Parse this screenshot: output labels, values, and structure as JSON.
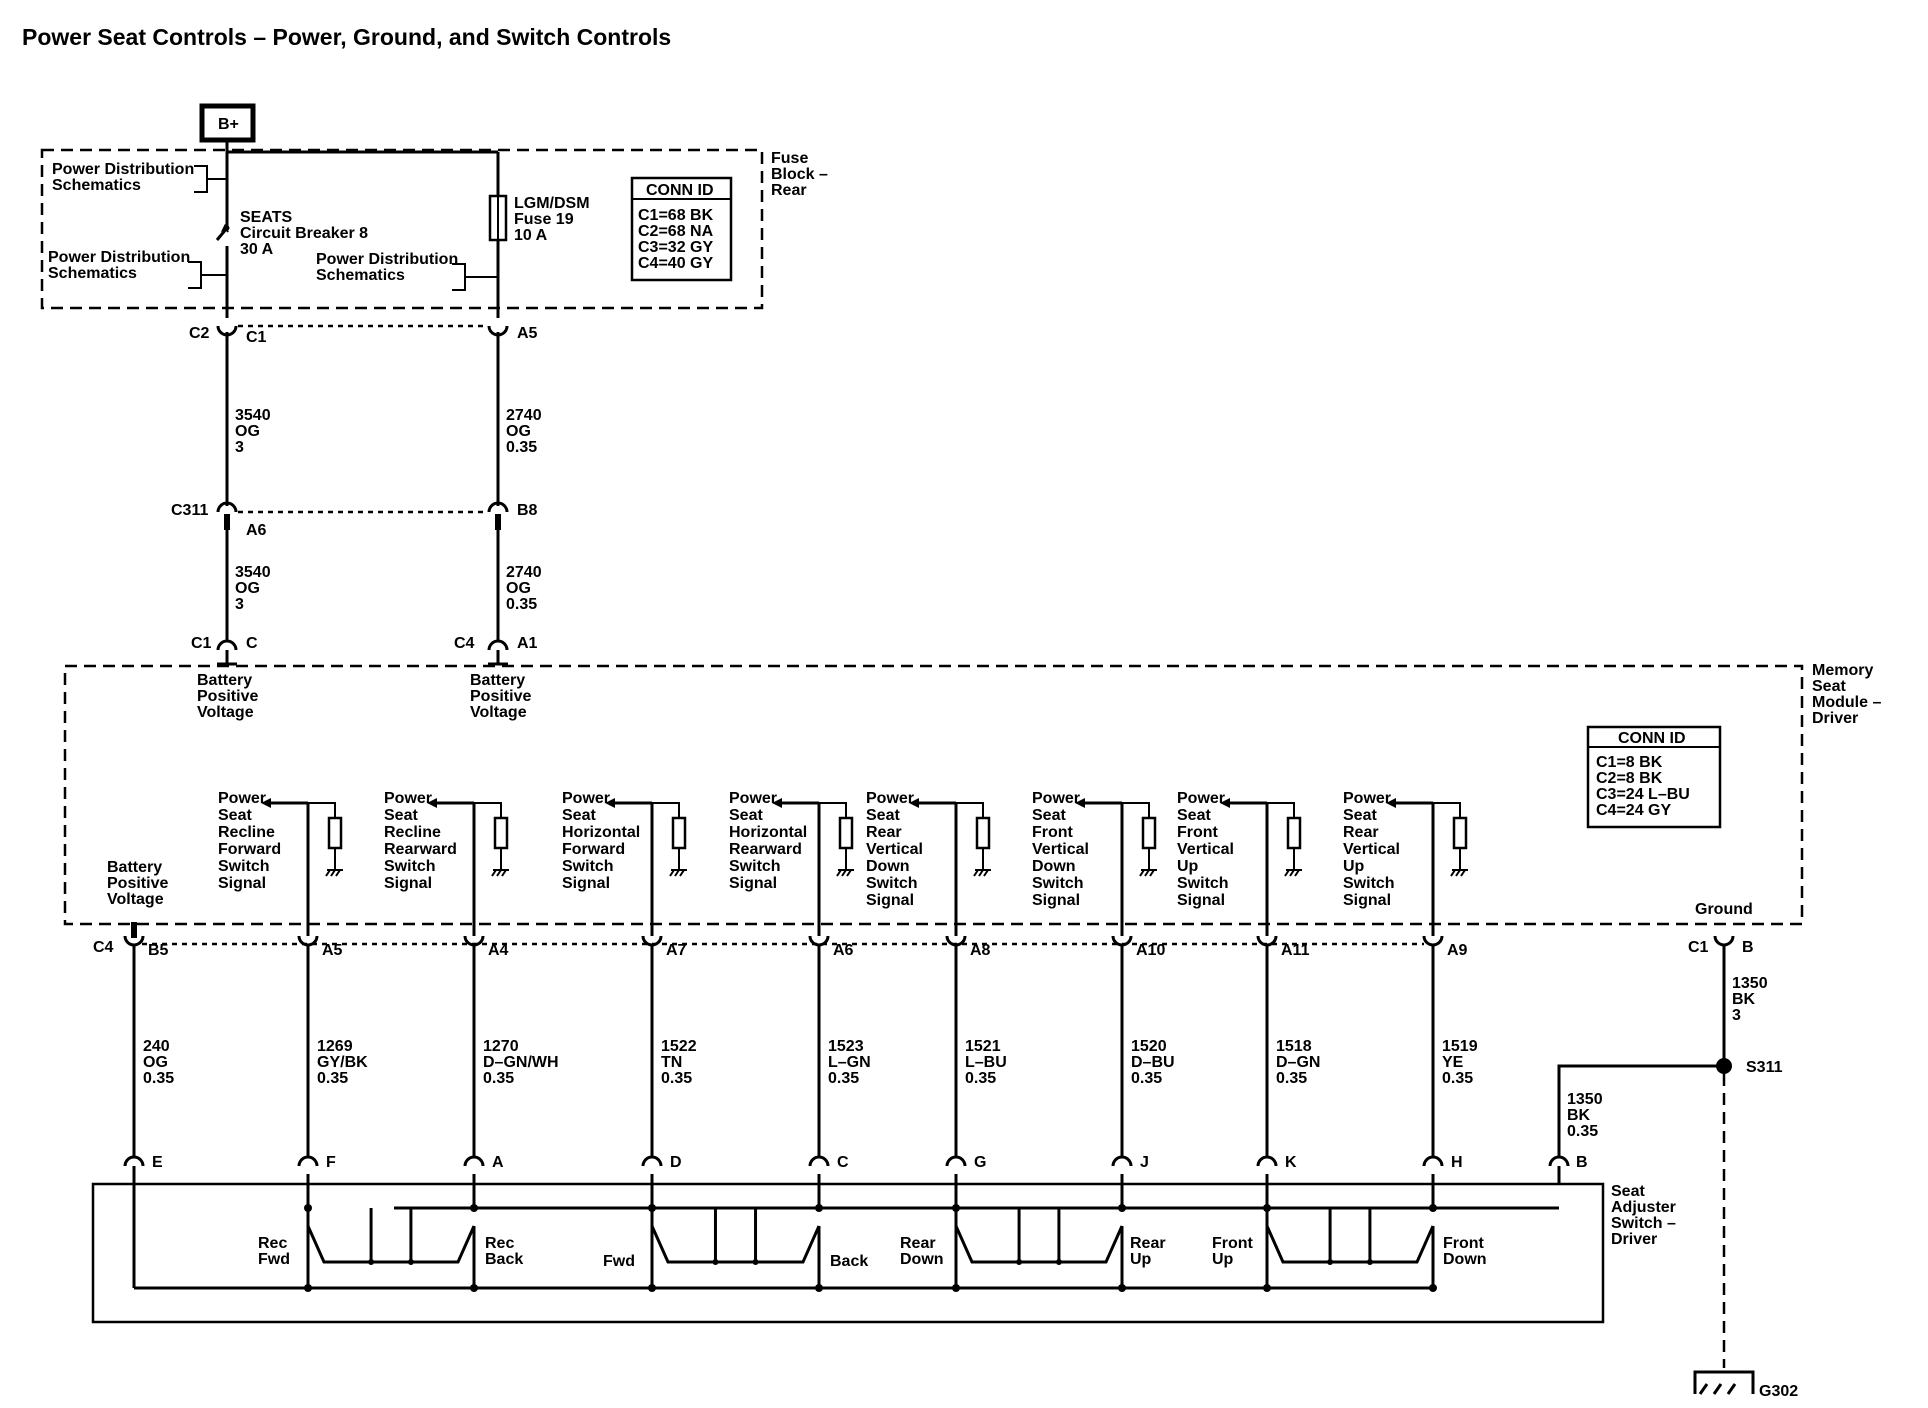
{
  "title": "Power Seat Controls – Power, Ground, and Switch Controls",
  "power_source": "B+",
  "fuse_block": {
    "label": [
      "Fuse",
      "Block –",
      "Rear"
    ],
    "pd_schematics": [
      "Power Distribution",
      "Schematics"
    ],
    "breaker": [
      "SEATS",
      "Circuit Breaker 8",
      "30 A"
    ],
    "fuse": [
      "LGM/DSM",
      "Fuse 19",
      "10 A"
    ],
    "conn_id": {
      "header": "CONN ID",
      "items": [
        "C1=68 BK",
        "C2=68 NA",
        "C3=32 GY",
        "C4=40 GY"
      ]
    }
  },
  "fuse_pins": {
    "left_conn": "C2",
    "left_pin": "C1",
    "right_pin": "A5"
  },
  "wires_top": [
    {
      "circuit": "3540",
      "color": "OG",
      "gauge": "3"
    },
    {
      "circuit": "2740",
      "color": "OG",
      "gauge": "0.35"
    }
  ],
  "inline_conn": {
    "name": "C311",
    "left_pin": "A6",
    "right_pin": "B8"
  },
  "wires_mid": [
    {
      "circuit": "3540",
      "color": "OG",
      "gauge": "3"
    },
    {
      "circuit": "2740",
      "color": "OG",
      "gauge": "0.35"
    }
  ],
  "module_in": [
    {
      "conn": "C1",
      "pin": "C",
      "label": [
        "Battery",
        "Positive",
        "Voltage"
      ]
    },
    {
      "conn": "C4",
      "pin": "A1",
      "label": [
        "Battery",
        "Positive",
        "Voltage"
      ]
    }
  ],
  "memory_module": {
    "label": [
      "Memory",
      "Seat",
      "Module –",
      "Driver"
    ],
    "conn_id": {
      "header": "CONN ID",
      "items": [
        "C1=8 BK",
        "C2=8 BK",
        "C3=24 L–BU",
        "C4=24 GY"
      ]
    },
    "battery_label": [
      "Battery",
      "Positive",
      "Voltage"
    ],
    "ground_label": "Ground"
  },
  "signals": [
    {
      "label": [
        "Power",
        "Seat",
        "Recline",
        "Forward",
        "Switch",
        "Signal"
      ]
    },
    {
      "label": [
        "Power",
        "Seat",
        "Recline",
        "Rearward",
        "Switch",
        "Signal"
      ]
    },
    {
      "label": [
        "Power",
        "Seat",
        "Horizontal",
        "Forward",
        "Switch",
        "Signal"
      ]
    },
    {
      "label": [
        "Power",
        "Seat",
        "Horizontal",
        "Rearward",
        "Switch",
        "Signal"
      ]
    },
    {
      "label": [
        "Power",
        "Seat",
        "Rear",
        "Vertical",
        "Down",
        "Switch",
        "Signal"
      ]
    },
    {
      "label": [
        "Power",
        "Seat",
        "Front",
        "Vertical",
        "Down",
        "Switch",
        "Signal"
      ]
    },
    {
      "label": [
        "Power",
        "Seat",
        "Front",
        "Vertical",
        "Up",
        "Switch",
        "Signal"
      ]
    },
    {
      "label": [
        "Power",
        "Seat",
        "Rear",
        "Vertical",
        "Up",
        "Switch",
        "Signal"
      ]
    }
  ],
  "bottom_wires": [
    {
      "mod_pin": "B5",
      "circuit": "240",
      "color": "OG",
      "gauge": "0.35",
      "sw_pin": "E"
    },
    {
      "mod_pin": "A5",
      "circuit": "1269",
      "color": "GY/BK",
      "gauge": "0.35",
      "sw_pin": "F"
    },
    {
      "mod_pin": "A4",
      "circuit": "1270",
      "color": "D–GN/WH",
      "gauge": "0.35",
      "sw_pin": "A"
    },
    {
      "mod_pin": "A7",
      "circuit": "1522",
      "color": "TN",
      "gauge": "0.35",
      "sw_pin": "D"
    },
    {
      "mod_pin": "A6",
      "circuit": "1523",
      "color": "L–GN",
      "gauge": "0.35",
      "sw_pin": "C"
    },
    {
      "mod_pin": "A8",
      "circuit": "1521",
      "color": "L–BU",
      "gauge": "0.35",
      "sw_pin": "G"
    },
    {
      "mod_pin": "A10",
      "circuit": "1520",
      "color": "D–BU",
      "gauge": "0.35",
      "sw_pin": "J"
    },
    {
      "mod_pin": "A11",
      "circuit": "1518",
      "color": "D–GN",
      "gauge": "0.35",
      "sw_pin": "K"
    },
    {
      "mod_pin": "A9",
      "circuit": "1519",
      "color": "YE",
      "gauge": "0.35",
      "sw_pin": "H"
    }
  ],
  "mod_conn_left": "C4",
  "ground_circuit": {
    "conn": "C1",
    "pin": "B",
    "wire": {
      "circuit": "1350",
      "color": "BK",
      "gauge": "3"
    },
    "splice": "S311",
    "branch": {
      "circuit": "1350",
      "color": "BK",
      "gauge": "0.35"
    },
    "sw_pin": "B",
    "ground": "G302"
  },
  "switch": {
    "label": [
      "Seat",
      "Adjuster",
      "Switch –",
      "Driver"
    ],
    "positions": [
      [
        "Rec",
        "Fwd"
      ],
      [
        "Rec",
        "Back"
      ],
      [
        "Fwd"
      ],
      [
        "Back"
      ],
      [
        "Rear",
        "Down"
      ],
      [
        "Rear",
        "Up"
      ],
      [
        "Front",
        "Up"
      ],
      [
        "Front",
        "Down"
      ]
    ]
  }
}
